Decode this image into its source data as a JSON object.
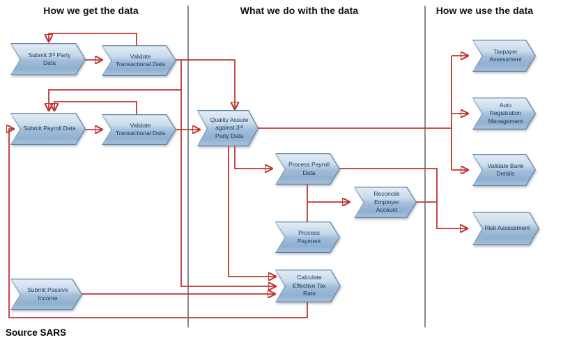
{
  "headers": {
    "get": "How we get the data",
    "do": "What we do with the data",
    "use": "How we use the data"
  },
  "source_note": "Source SARS",
  "nodes": {
    "submit_3rd_party": "Submit 3ʳᵈ Party Data",
    "validate_td_1": "Validate Transactional Data",
    "submit_payroll": "Submit Payroll Data",
    "validate_td_2": "Validate Transactional Data",
    "quality_assure": "Quality Assure against 3ʳᵈ Party Data",
    "process_payroll": "Process Payroll Data",
    "reconcile_employer": "Reconcile Employer Account",
    "process_payment": "Process Payment",
    "calculate_etr": "Calculate Effective Tax Rate",
    "submit_passive": "Submit Passive Income",
    "taxpayer_assessment": "Taxpayer Assessment",
    "auto_registration": "Auto Registration Management",
    "validate_bank": "Validate Bank Details",
    "risk_assessment": "Risk Assessment"
  },
  "edges": [
    {
      "from": "submit_3rd_party",
      "to": "validate_td_1"
    },
    {
      "from": "validate_td_1",
      "to": "submit_3rd_party"
    },
    {
      "from": "validate_td_1",
      "to": "quality_assure"
    },
    {
      "from": "validate_td_1",
      "to": "submit_payroll"
    },
    {
      "from": "validate_td_1",
      "to": "calculate_etr"
    },
    {
      "from": "submit_payroll",
      "to": "validate_td_2"
    },
    {
      "from": "validate_td_2",
      "to": "submit_payroll"
    },
    {
      "from": "validate_td_2",
      "to": "quality_assure"
    },
    {
      "from": "quality_assure",
      "to": "taxpayer_assessment"
    },
    {
      "from": "quality_assure",
      "to": "auto_registration"
    },
    {
      "from": "quality_assure",
      "to": "validate_bank"
    },
    {
      "from": "quality_assure",
      "to": "process_payroll"
    },
    {
      "from": "quality_assure",
      "to": "calculate_etr"
    },
    {
      "from": "process_payroll",
      "to": "reconcile_employer"
    },
    {
      "from": "process_payment",
      "to": "reconcile_employer"
    },
    {
      "from": "process_payroll",
      "to": "risk_assessment"
    },
    {
      "from": "reconcile_employer",
      "to": "risk_assessment"
    },
    {
      "from": "submit_passive",
      "to": "calculate_etr"
    },
    {
      "from": "calculate_etr",
      "to": "submit_payroll"
    }
  ],
  "colors": {
    "connector": "#bf3632",
    "node_border": "#5f82a5",
    "node_fill_top": "#e2ecf6",
    "node_fill_bottom": "#8fb0d0",
    "node_text": "#17365d",
    "divider": "#8a8a8a"
  }
}
